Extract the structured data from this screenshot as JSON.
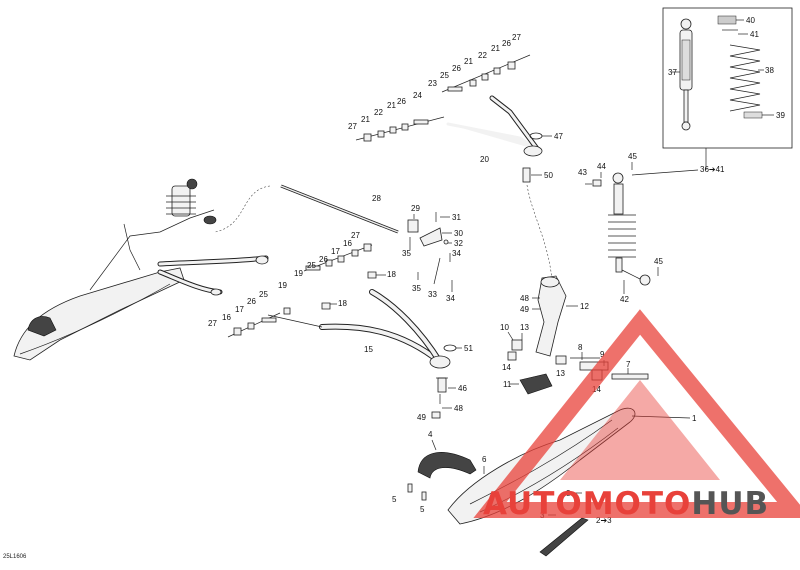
{
  "diagram": {
    "code": "25L1606",
    "brand": {
      "part_a": "AUTOMOTO",
      "part_b": "HUB",
      "color_a": "#e8413a",
      "color_b": "#555555"
    },
    "callouts": {
      "c40": "40",
      "c41": "41",
      "c37": "37",
      "c38": "38",
      "c39": "39",
      "c27a": "27",
      "c26a": "26",
      "c22a": "22",
      "c21a": "21",
      "c21b": "21",
      "c25a": "25",
      "c23": "23",
      "c24": "24",
      "c26b": "26",
      "c21c": "21",
      "c22b": "22",
      "c21d": "21",
      "c27b": "27",
      "c47": "47",
      "c20": "20",
      "c50": "50",
      "c45a": "45",
      "c44": "44",
      "c43": "43",
      "c42": "42",
      "c45b": "45",
      "c36_41": "36➔41",
      "c28": "28",
      "c29": "29",
      "c31": "31",
      "c30": "30",
      "c32": "32",
      "c34a": "34",
      "c35a": "35",
      "c35b": "35",
      "c33": "33",
      "c34b": "34",
      "c27c": "27",
      "c16a": "16",
      "c17a": "17",
      "c26c": "26",
      "c25b": "25",
      "c19a": "19",
      "c18a": "18",
      "c19b": "19",
      "c25c": "25",
      "c26d": "26",
      "c17b": "17",
      "c16b": "16",
      "c27d": "27",
      "c18b": "18",
      "c15": "15",
      "c51": "51",
      "c46": "46",
      "c48a": "48",
      "c49a": "49",
      "c48b": "48",
      "c49b": "49",
      "c12": "12",
      "c10": "10",
      "c13a": "13",
      "c14a": "14",
      "c13b": "13",
      "c11": "11",
      "c8": "8",
      "c9": "9",
      "c14b": "14",
      "c7": "7",
      "c1": "1",
      "c4": "4",
      "c6": "6",
      "c5a": "5",
      "c5b": "5",
      "c3a": "3",
      "c3b": "3",
      "c2_3": "2➔3"
    }
  }
}
